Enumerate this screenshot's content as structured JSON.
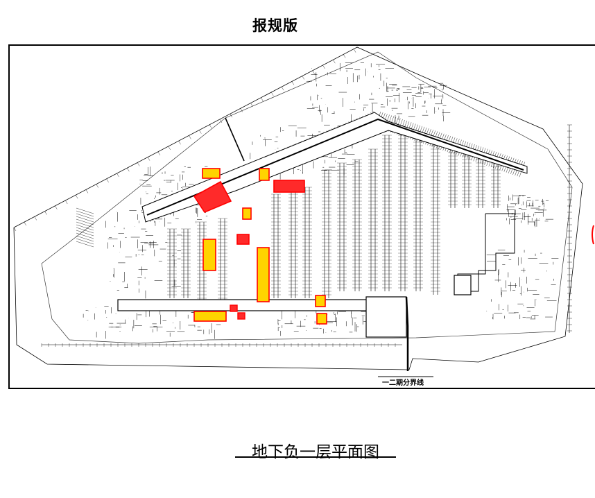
{
  "header": {
    "label": "报规版"
  },
  "plan": {
    "boundary_note": "一二期分界线"
  },
  "footer": {
    "title": "地下负一层平面图"
  },
  "colors": {
    "line": "#000000",
    "highlight_fill": "#ffd400",
    "highlight_border": "#ff0000",
    "red_block": "#ff2020"
  }
}
